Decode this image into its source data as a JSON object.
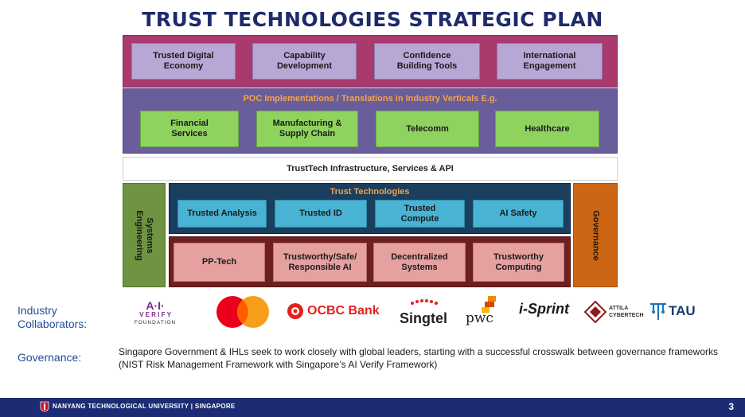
{
  "title": "TRUST TECHNOLOGIES STRATEGIC PLAN",
  "top_row": [
    "Trusted Digital\nEconomy",
    "Capability\nDevelopment",
    "Confidence\nBuilding Tools",
    "International\nEngagement"
  ],
  "poc": {
    "label": "POC Implementations / Translations in Industry Verticals E.g.",
    "items": [
      "Financial\nServices",
      "Manufacturing &\nSupply Chain",
      "Telecomm",
      "Healthcare"
    ]
  },
  "infrastructure": "TrustTech Infrastructure, Services & API",
  "systems_engineering": "Systems\nEngineering",
  "governance_bar": "Governance",
  "trust_technologies": {
    "label": "Trust Technologies",
    "items": [
      "Trusted Analysis",
      "Trusted ID",
      "Trusted\nCompute",
      "AI Safety"
    ]
  },
  "bottom_row": [
    "PP-Tech",
    "Trustworthy/Safe/\nResponsible AI",
    "Decentralized\nSystems",
    "Trustworthy\nComputing"
  ],
  "collaborators_label": "Industry\nCollaborators:",
  "collaborators": {
    "aiverify_top": "A·I·",
    "aiverify_mid": "V E R I F Y",
    "aiverify_bottom": "FOUNDATION",
    "ocbc": "OCBC Bank",
    "singtel": "Singtel",
    "pwc": "pwc",
    "isprint": "i-Sprint",
    "attila_1": "ATTILA",
    "attila_2": "CYBERTECH",
    "tau": "TAU"
  },
  "governance_label": "Governance:",
  "governance_text": "Singapore Government & IHLs seek to work closely with global leaders, starting with a successful crosswalk between governance frameworks (NIST Risk Management Framework with Singapore’s AI Verify Framework)",
  "footer": {
    "university": "NANYANG TECHNOLOGICAL UNIVERSITY | SINGAPORE",
    "page": "3"
  },
  "colors": {
    "title": "#1f2a6b",
    "top_band": "#a83a6e",
    "poc_band": "#6a5d9b",
    "systems_engineering": "#6f9340",
    "governance": "#cc6614",
    "trust_band": "#1a3e5e",
    "bottom_band": "#6e1f1f",
    "footer": "#1c2b73"
  }
}
